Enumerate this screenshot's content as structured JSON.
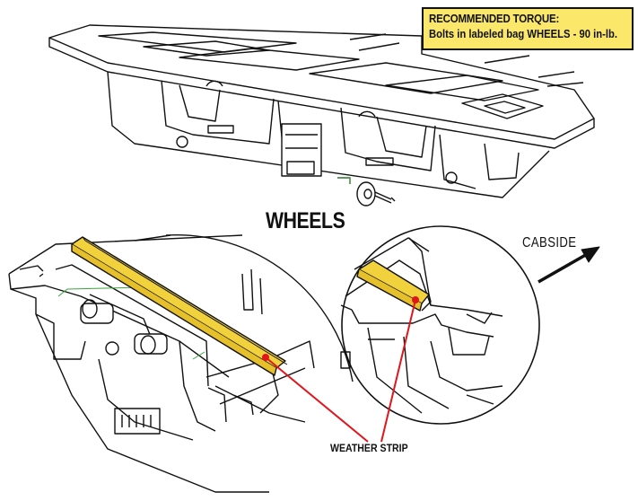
{
  "torque_box": {
    "title": "RECOMMENDED TORQUE:",
    "text": "Bolts in labeled bag WHEELS - 90 in-lb."
  },
  "labels": {
    "wheels": "WHEELS",
    "cabside": "CABSIDE",
    "weather_strip": "WEATHER STRIP"
  },
  "colors": {
    "weather_strip_fill": "#f2d23c",
    "pointer_line": "#e0161c",
    "guide_line": "#3aa63a",
    "torque_box_fill": "#fbe86a"
  }
}
